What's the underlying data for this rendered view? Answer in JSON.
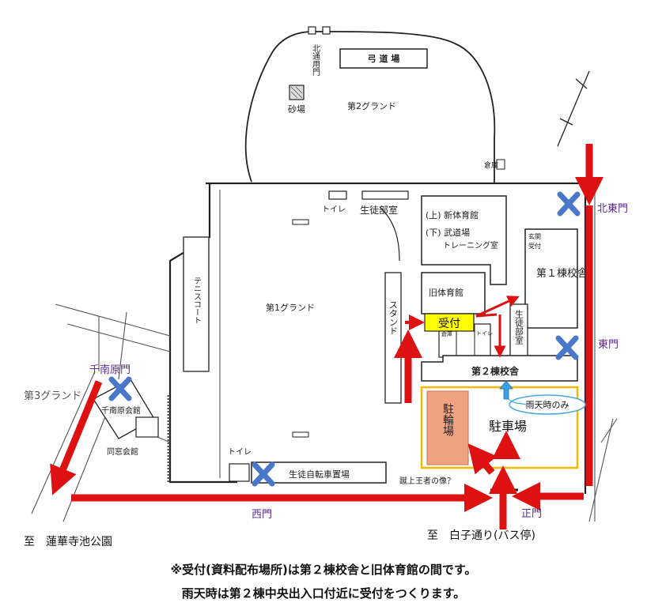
{
  "map": {
    "buildings": {
      "kyudojo": "弓 道 場",
      "sunaba": "砂場",
      "second_ground": "第2グランド",
      "north_service_gate": "北通用門",
      "souko": "倉庫",
      "toilet_top": "トイレ",
      "student_club": "生徒部室",
      "new_gym_upper": "(上) 新体育館",
      "budojo_lower": "(下) 武道場",
      "training_room": "トレーニング室",
      "genkan": "玄関",
      "genkan_uketsuke": "受付",
      "building1": "第１棟校舎",
      "tennis_court": "テニスコート",
      "first_ground": "第1グランド",
      "stand": "スタンド",
      "old_gym": "旧体育館",
      "seito_bushitsu_side": "生徒部室",
      "souko_small": "倉庫",
      "toilet_small": "トイレ",
      "building2": "第２棟校舎",
      "third_ground": "第3グランド",
      "sennan_kaikan": "千南原会館",
      "dousou_kaikan": "同窓会館",
      "toilet_bottom": "トイレ",
      "bike_parking_students": "生徒自転車置場",
      "statue": "蹴上王者の像？",
      "bicycle_lot": "駐輪場",
      "parking_lot": "駐車場"
    },
    "reception": "受付",
    "rain_only": "雨天時のみ",
    "gates": {
      "north_east": "北東門",
      "east": "東門",
      "sennanbara": "千南原門",
      "west": "西門",
      "main": "正門"
    },
    "destinations": {
      "left": "至　蓮華寺池公園",
      "right": "至　白子通り(バス停)"
    },
    "colors": {
      "route_arrow": "#dd1111",
      "closed_x": "#4a78c9",
      "reception_fill": "#ffff00",
      "parking_outline": "#f5b800",
      "bicycle_fill": "#f0a382",
      "rain_outline": "#4aa8e0",
      "rain_arrow": "#3aa0e8",
      "gate_text": "#5b2c91"
    }
  },
  "notes": {
    "line1": "※受付(資料配布場所)は第２棟校舎と旧体育館の間です。",
    "line2": "雨天時は第２棟中央出入口付近に受付をつくります。"
  }
}
